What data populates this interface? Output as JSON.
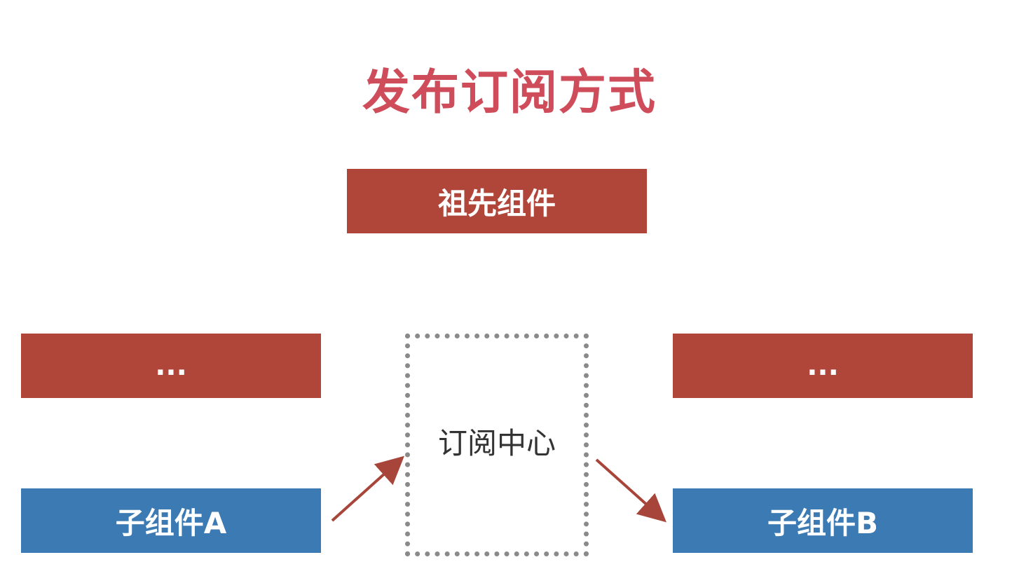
{
  "diagram": {
    "title": "发布订阅方式",
    "ancestor_label": "祖先组件",
    "left_ellipsis_label": "...",
    "right_ellipsis_label": "...",
    "child_a_label": "子组件A",
    "child_b_label": "子组件B",
    "center_label": "订阅中心"
  },
  "colors": {
    "title": "#cf4c5a",
    "red_box": "#b0463a",
    "blue_box": "#3b7ab3",
    "dotted_border": "#8a8a8a",
    "arrow": "#a8453a"
  },
  "edges": [
    {
      "from": "child-a",
      "to": "subscription-center"
    },
    {
      "from": "subscription-center",
      "to": "child-b"
    }
  ]
}
